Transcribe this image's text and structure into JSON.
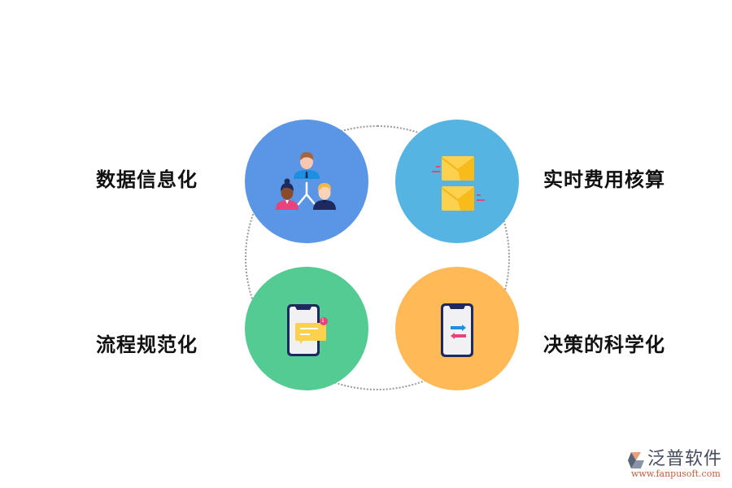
{
  "diagram": {
    "items": [
      {
        "label": "数据信息化",
        "icon": "org-chart-people-icon",
        "color": "#5b95e6",
        "position": "top-left"
      },
      {
        "label": "实时费用核算",
        "icon": "envelopes-icon",
        "color": "#56b4e3",
        "position": "top-right"
      },
      {
        "label": "流程规范化",
        "icon": "phone-message-icon",
        "color": "#55cb94",
        "position": "bottom-left"
      },
      {
        "label": "决策的科学化",
        "icon": "phone-transfer-icon",
        "color": "#ffb957",
        "position": "bottom-right"
      }
    ],
    "ring_color": "#9a9a9a",
    "notification_count": "1"
  },
  "logo": {
    "name": "泛普软件",
    "url": "www.fanpusoft.com"
  }
}
